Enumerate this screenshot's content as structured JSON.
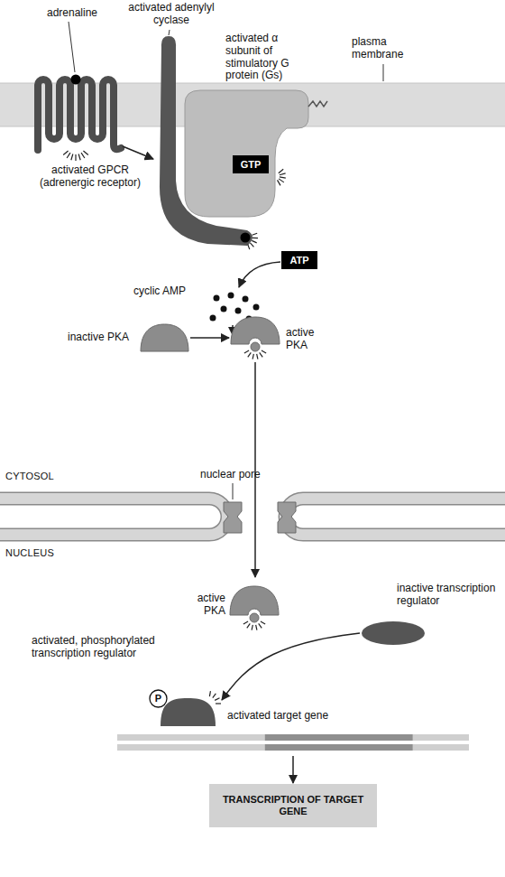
{
  "diagram": {
    "nodes": [
      {
        "text": [
          "GTP"
        ]
      },
      {
        "text": [
          "ATP"
        ]
      },
      {
        "text": [
          "inactive PKA"
        ]
      },
      {
        "text": [
          "active PKA"
        ]
      },
      {
        "text": [
          "active PKA"
        ]
      },
      {
        "text": [
          "inactive transcription regulator"
        ]
      },
      {
        "text": [
          "activated, phosphorylated transcription regulator"
        ]
      },
      {
        "text": [
          "P"
        ],
        "in": 6
      },
      {
        "text": [
          "activated target gene"
        ]
      },
      {
        "text": [
          "TRANSCRIPTION OF TARGET GENE"
        ]
      }
    ],
    "edges": [
      {
        "from": 2,
        "to": 3,
        "arrow": "to"
      },
      {
        "from": 3,
        "to": 4,
        "arrow": "to"
      },
      {
        "from": 5,
        "to": 6,
        "arrow": "to"
      },
      {
        "from": 8,
        "to": 9,
        "arrow": "to"
      }
    ],
    "labels": [
      "adrenaline",
      "activated adenylyl cyclase",
      "activated α subunit of stimulatory G protein (Gs)",
      "plasma membrane",
      "activated GPCR (adrenergic receptor)",
      "cyclic AMP",
      "CYTOSOL",
      "nuclear pore",
      "NUCLEUS"
    ]
  }
}
